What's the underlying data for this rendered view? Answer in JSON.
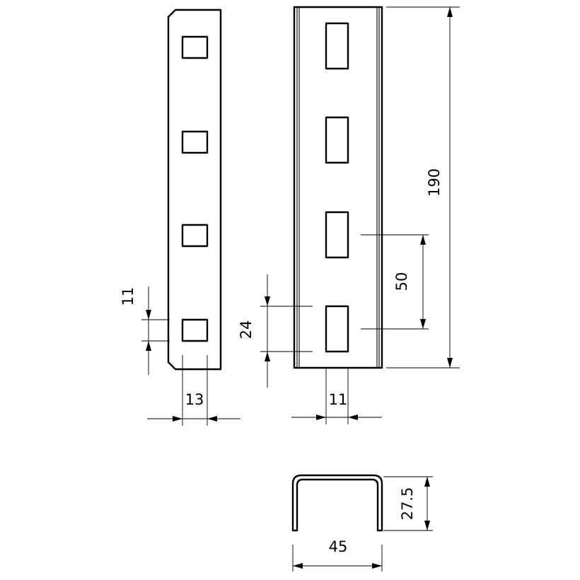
{
  "drawing": {
    "dimensions": {
      "length": "190",
      "slot_pitch": "50",
      "slot_length": "24",
      "slot_width": "11",
      "square_hole_size": "11",
      "square_hole_width": "13",
      "profile_height": "27.5",
      "profile_width": "45"
    }
  }
}
